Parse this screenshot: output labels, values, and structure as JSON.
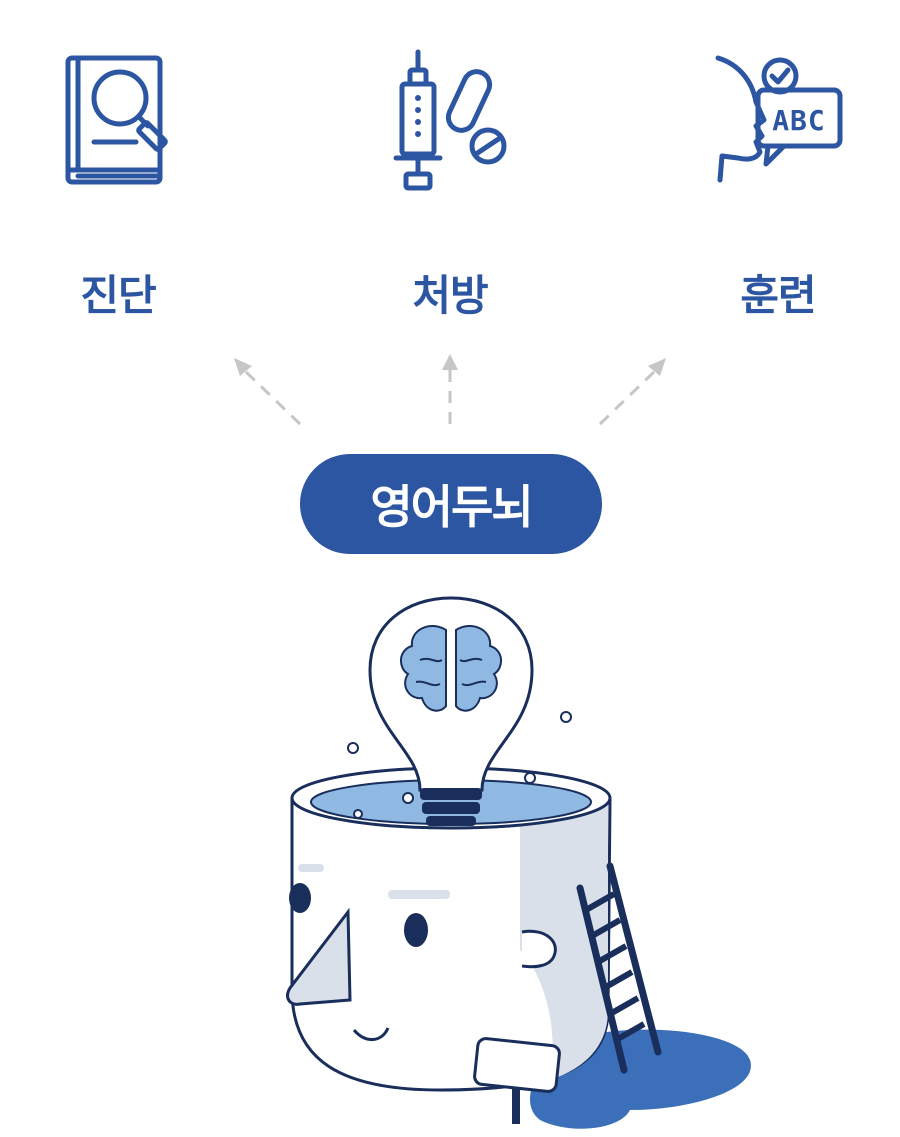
{
  "features": [
    {
      "label": "진단",
      "icon": "book-magnifier-icon"
    },
    {
      "label": "처방",
      "icon": "syringe-pill-icon"
    },
    {
      "label": "훈련",
      "icon": "speaking-abc-icon"
    }
  ],
  "center_badge": "영어두뇌",
  "illustration": "head-brain-lightbulb-illustration",
  "colors": {
    "primary": "#2c55a2",
    "navy": "#1a2e5c",
    "brain": "#8fb8e3",
    "shadow": "#3b6fba",
    "head": "#ffffff",
    "head_side": "#d9e0ea"
  }
}
